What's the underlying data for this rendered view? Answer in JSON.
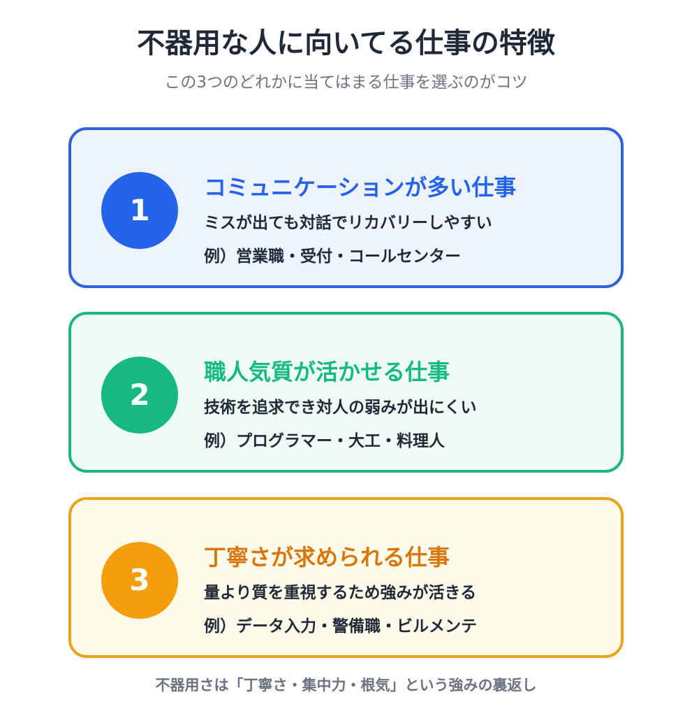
{
  "title": "不器用な人に向いてる仕事の特徴",
  "subtitle": "この3つのどれかに当てはまる仕事を選ぶのがコツ",
  "cards": [
    {
      "number": "1",
      "title": "コミュニケーションが多い仕事",
      "description": "ミスが出ても対話でリカバリーしやすい",
      "example": "例）営業職・受付・コールセンター",
      "accent": "#2563eb",
      "border": "#2f62d6",
      "background": "#eef4fe"
    },
    {
      "number": "2",
      "title": "職人気質が活かせる仕事",
      "description": "技術を追求でき対人の弱みが出にくい",
      "example": "例）プログラマー・大工・料理人",
      "accent": "#16b981",
      "border": "#1fb583",
      "background": "#eefcf5"
    },
    {
      "number": "3",
      "title": "丁寧さが求められる仕事",
      "description": "量より質を重視するため強みが活きる",
      "example": "例）データ入力・警備職・ビルメンテ",
      "accent": "#f49e0b",
      "title_color": "#d97706",
      "border": "#e8a41d",
      "background": "#fffbea"
    }
  ],
  "footer": "不器用さは「丁寧さ・集中力・根気」という強みの裏返し"
}
